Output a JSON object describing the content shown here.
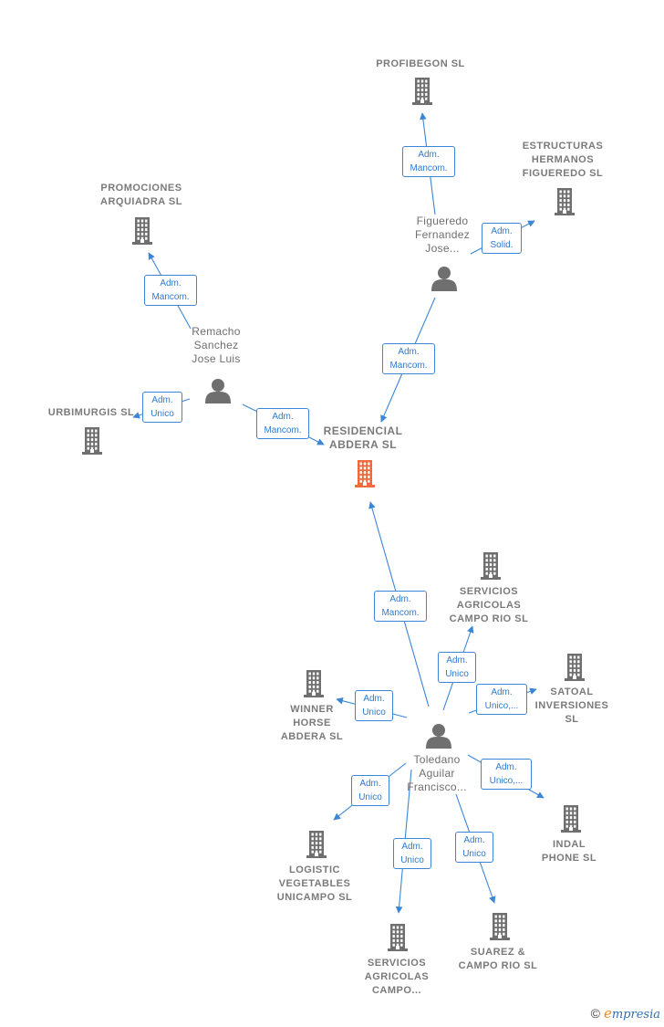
{
  "colors": {
    "edge": "#3b86d6",
    "icon": "#6f6f6f",
    "focus": "#f26a3c"
  },
  "nodes": [
    {
      "id": "focus",
      "kind": "focus-company",
      "label": "RESIDENCIAL\nABDERA  SL"
    },
    {
      "id": "profibegon",
      "kind": "company",
      "label": "PROFIBEGON SL"
    },
    {
      "id": "estructuras",
      "kind": "company",
      "label": "ESTRUCTURAS\nHERMANOS\nFIGUEREDO SL"
    },
    {
      "id": "promociones",
      "kind": "company",
      "label": "PROMOCIONES\nARQUIADRA SL"
    },
    {
      "id": "urbimurgis",
      "kind": "company",
      "label": "URBIMURGIS SL"
    },
    {
      "id": "figueredo",
      "kind": "person",
      "label": "Figueredo\nFernandez\nJose..."
    },
    {
      "id": "remacho",
      "kind": "person",
      "label": "Remacho\nSanchez\nJose Luis"
    },
    {
      "id": "toledano",
      "kind": "person",
      "label": "Toledano\nAguilar\nFrancisco..."
    },
    {
      "id": "serv_rio",
      "kind": "company",
      "label": "SERVICIOS\nAGRICOLAS\nCAMPO RIO SL"
    },
    {
      "id": "satoal",
      "kind": "company",
      "label": "SATOAL\nINVERSIONES\nSL"
    },
    {
      "id": "winner",
      "kind": "company",
      "label": "WINNER\nHORSE\nABDERA  SL"
    },
    {
      "id": "indal",
      "kind": "company",
      "label": "INDAL\nPHONE SL"
    },
    {
      "id": "logistic",
      "kind": "company",
      "label": "LOGISTIC\nVEGETABLES\nUNICAMPO  SL"
    },
    {
      "id": "serv_campo",
      "kind": "company",
      "label": "SERVICIOS\nAGRICOLAS\nCAMPO..."
    },
    {
      "id": "suarez",
      "kind": "company",
      "label": "SUAREZ &\nCAMPO RIO  SL"
    }
  ],
  "edges": [
    {
      "from": "figueredo",
      "to": "profibegon",
      "label": "Adm.\nMancom."
    },
    {
      "from": "figueredo",
      "to": "estructuras",
      "label": "Adm.\nSolid."
    },
    {
      "from": "figueredo",
      "to": "focus",
      "label": "Adm.\nMancom."
    },
    {
      "from": "remacho",
      "to": "promociones",
      "label": "Adm.\nMancom."
    },
    {
      "from": "remacho",
      "to": "urbimurgis",
      "label": "Adm.\nUnico"
    },
    {
      "from": "remacho",
      "to": "focus",
      "label": "Adm.\nMancom."
    },
    {
      "from": "toledano",
      "to": "focus",
      "label": "Adm.\nMancom."
    },
    {
      "from": "toledano",
      "to": "serv_rio",
      "label": "Adm.\nUnico"
    },
    {
      "from": "toledano",
      "to": "satoal",
      "label": "Adm.\nUnico,..."
    },
    {
      "from": "toledano",
      "to": "winner",
      "label": "Adm.\nUnico"
    },
    {
      "from": "toledano",
      "to": "indal",
      "label": "Adm.\nUnico,..."
    },
    {
      "from": "toledano",
      "to": "logistic",
      "label": "Adm.\nUnico"
    },
    {
      "from": "toledano",
      "to": "serv_campo",
      "label": "Adm.\nUnico"
    },
    {
      "from": "toledano",
      "to": "suarez",
      "label": "Adm.\nUnico"
    }
  ],
  "footer": {
    "copyright_symbol": "©",
    "brand_initial": "e",
    "brand_rest": "mpresia"
  }
}
